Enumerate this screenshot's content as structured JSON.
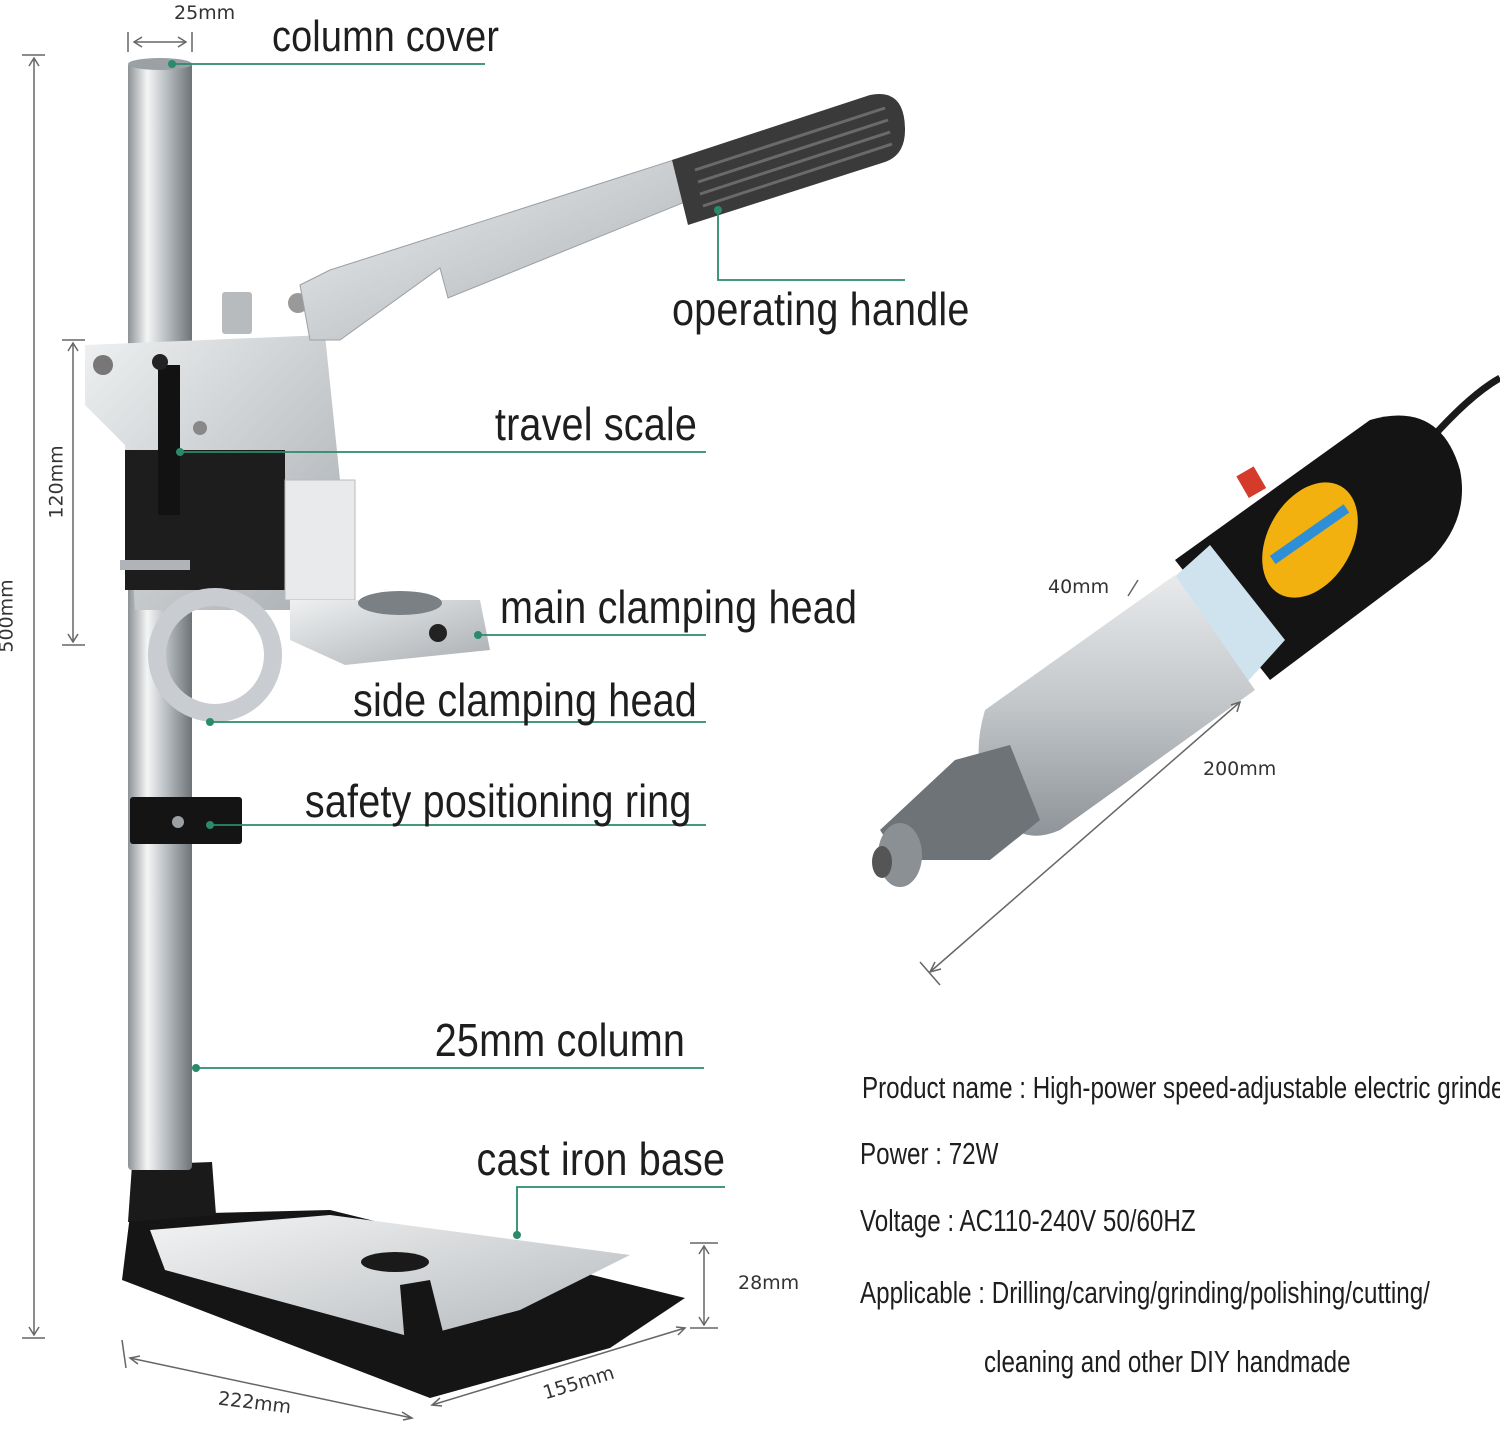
{
  "labels": {
    "column_cover": "column cover",
    "operating_handle": "operating handle",
    "travel_scale": "travel scale",
    "main_clamping_head": "main clamping head",
    "side_clamping_head": "side clamping head",
    "safety_positioning_ring": "safety positioning ring",
    "column": "25mm column",
    "cast_iron_base": "cast iron base"
  },
  "dimensions": {
    "column_width": "25mm",
    "total_height": "500mm",
    "travel": "120mm",
    "base_thickness": "28mm",
    "base_length": "222mm",
    "base_width": "155mm",
    "tool_diameter": "40mm",
    "tool_length": "200mm"
  },
  "specs": {
    "product_name": "Product name : High-power speed-adjustable electric grinder",
    "power": "Power : 72W",
    "voltage": "Voltage : AC110-240V 50/60HZ",
    "applicable_line1": "Applicable : Drilling/carving/grinding/polishing/cutting/",
    "applicable_line2": "cleaning and other DIY handmade"
  },
  "colors": {
    "leader_line": "#2a8a6a",
    "dimension_line": "#666666",
    "column_chrome": "#c8ccd0",
    "body_silver": "#d2d5d8",
    "black_parts": "#1a1a1a",
    "accent_yellow": "#f2b10f",
    "accent_blue": "#2f8fd6"
  }
}
